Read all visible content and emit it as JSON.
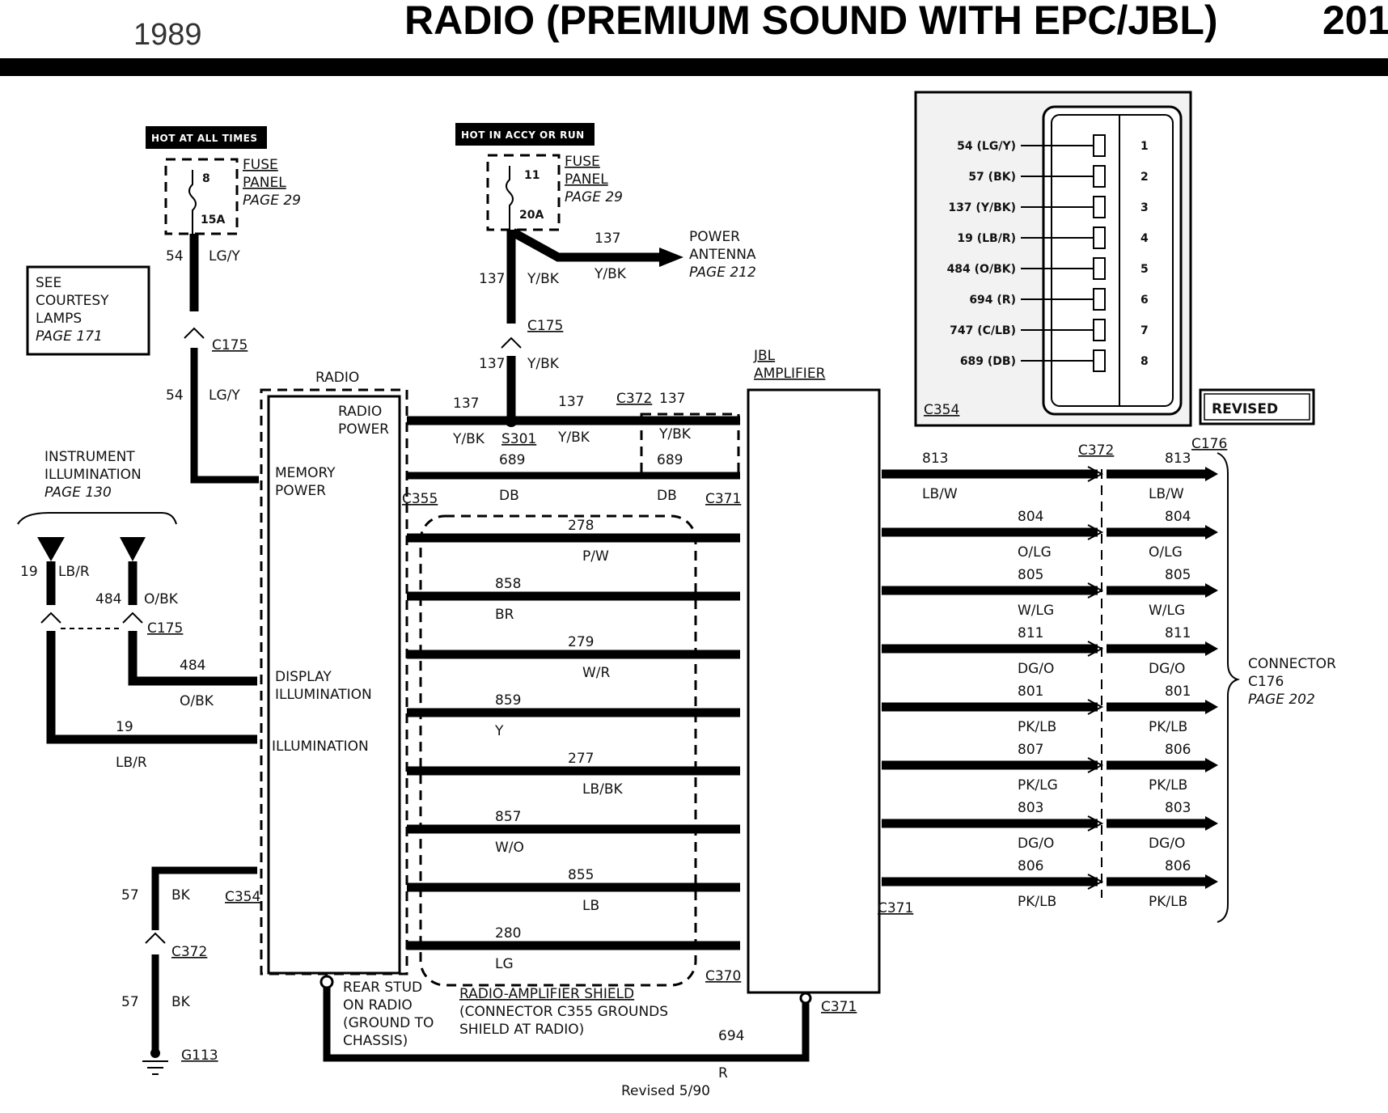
{
  "header": {
    "year": "1989",
    "title": "RADIO (PREMIUM SOUND WITH EPC/JBL)",
    "page_number": "201"
  },
  "power": {
    "hot_at_all_times": "HOT AT ALL TIMES",
    "hot_in_accy": "HOT IN ACCY OR RUN",
    "fuse1_number": "8",
    "fuse1_rating": "15A",
    "fuse2_number": "11",
    "fuse2_rating": "20A",
    "fuse_label_1": "FUSE",
    "fuse_label_2": "PANEL",
    "fuse_page": "PAGE 29",
    "power_antenna_1": "POWER",
    "power_antenna_2": "ANTENNA",
    "power_antenna_page": "PAGE 212"
  },
  "courtesy": {
    "line1": "SEE",
    "line2": "COURTESY",
    "line3": "LAMPS",
    "page": "PAGE 171"
  },
  "instrument": {
    "line1": "INSTRUMENT",
    "line2": "ILLUMINATION",
    "page": "PAGE 130"
  },
  "radio": {
    "label": "RADIO",
    "pin_radio_power_1": "RADIO",
    "pin_radio_power_2": "POWER",
    "pin_memory_1": "MEMORY",
    "pin_memory_2": "POWER",
    "pin_display_1": "DISPLAY",
    "pin_display_2": "ILLUMINATION",
    "pin_illum": "ILLUMINATION"
  },
  "amplifier": {
    "line1": "JBL",
    "line2": "AMPLIFIER"
  },
  "connectors": {
    "c175": "C175",
    "c372": "C372",
    "c371": "C371",
    "c355": "C355",
    "c354": "C354",
    "c370": "C370",
    "c176": "C176",
    "s301": "S301",
    "g113": "G113"
  },
  "wires": {
    "w54": "54",
    "c_lgy": "LG/Y",
    "w137": "137",
    "c_ybk": "Y/BK",
    "w689": "689",
    "c_db": "DB",
    "w19": "19",
    "c_lbr": "LB/R",
    "w484": "484",
    "c_obk": "O/BK",
    "w57": "57",
    "c_bk": "BK",
    "w694": "694"
  },
  "shielded": [
    {
      "circuit": "278",
      "color": "P/W"
    },
    {
      "circuit": "858",
      "color": "BR"
    },
    {
      "circuit": "279",
      "color": "W/R"
    },
    {
      "circuit": "859",
      "color": "Y"
    },
    {
      "circuit": "277",
      "color": "LB/BK"
    },
    {
      "circuit": "857",
      "color": "W/O"
    },
    {
      "circuit": "855",
      "color": "LB"
    },
    {
      "circuit": "280",
      "color": "LG"
    }
  ],
  "speaker_out": [
    {
      "left": "813",
      "left_color": "LB/W",
      "right": "813",
      "right_color": "LB/W"
    },
    {
      "left": "804",
      "left_color": "O/LG",
      "right": "804",
      "right_color": "O/LG"
    },
    {
      "left": "805",
      "left_color": "W/LG",
      "right": "805",
      "right_color": "W/LG"
    },
    {
      "left": "811",
      "left_color": "DG/O",
      "right": "811",
      "right_color": "DG/O"
    },
    {
      "left": "801",
      "left_color": "PK/LB",
      "right": "801",
      "right_color": "PK/LB"
    },
    {
      "left": "807",
      "left_color": "PK/LG",
      "right": "806",
      "right_color": "PK/LB"
    },
    {
      "left": "803",
      "left_color": "DG/O",
      "right": "803",
      "right_color": "DG/O"
    },
    {
      "left": "806",
      "left_color": "PK/LB",
      "right": "806",
      "right_color": "PK/LB"
    }
  ],
  "connector_c176": {
    "line1": "CONNECTOR",
    "line2": "C176",
    "page": "PAGE 202"
  },
  "ground": {
    "line1": "REAR STUD",
    "line2": "ON RADIO",
    "line3": "(GROUND TO",
    "line4": "CHASSIS)"
  },
  "shield": {
    "line1": "RADIO-AMPLIFIER SHIELD",
    "line2": "(CONNECTOR C355 GROUNDS",
    "line3": "SHIELD AT RADIO)"
  },
  "c354_pins": [
    {
      "label": "54 (LG/Y)",
      "pin": "1"
    },
    {
      "label": "57 (BK)",
      "pin": "2"
    },
    {
      "label": "137 (Y/BK)",
      "pin": "3"
    },
    {
      "label": "19 (LB/R)",
      "pin": "4"
    },
    {
      "label": "484 (O/BK)",
      "pin": "5"
    },
    {
      "label": "694 (R)",
      "pin": "6"
    },
    {
      "label": "747 (C/LB)",
      "pin": "7"
    },
    {
      "label": "689 (DB)",
      "pin": "8"
    }
  ],
  "revised_badge": "REVISED",
  "footer": {
    "revised": "Revised 5/90",
    "r_mark": "R"
  }
}
